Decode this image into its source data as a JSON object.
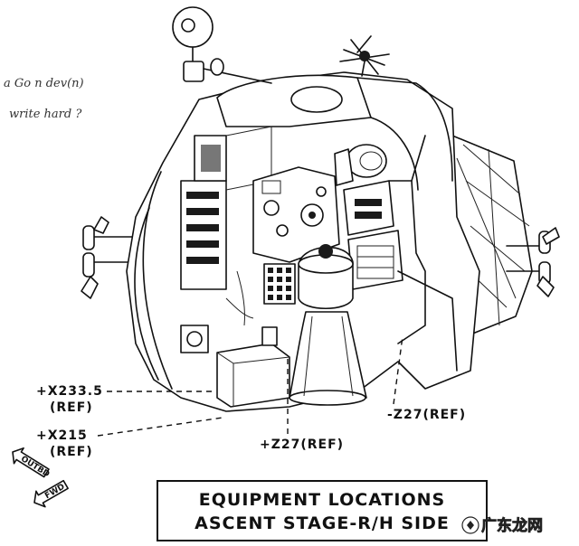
{
  "handwritten_notes": [
    "a Go n dev(n)",
    "write hard ?"
  ],
  "callouts": {
    "x233": {
      "line1": "+X233.5",
      "line2": "(REF)"
    },
    "x215": {
      "line1": "+X215",
      "line2": "(REF)"
    },
    "zplus27": "+Z27(REF)",
    "zminus27": "-Z27(REF)"
  },
  "direction_arrows": {
    "outbd": "OUTBD",
    "fwd": "FWD"
  },
  "title_box": {
    "line1": "EQUIPMENT LOCATIONS",
    "line2": "ASCENT STAGE-R/H SIDE"
  },
  "watermark": "广东龙网"
}
